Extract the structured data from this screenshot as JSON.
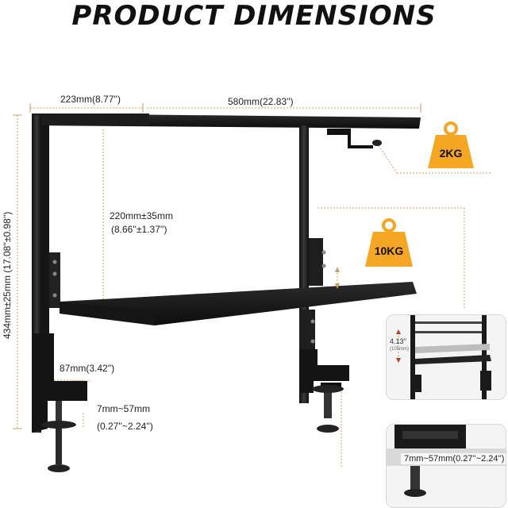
{
  "title": "PRODUCT DIMENSIONS",
  "dimensions": {
    "depth": "223mm(8.77'')",
    "width": "580mm(22.83'')",
    "height": "434mm±25mm (17.08''±0.98'')",
    "shelf_gap_mm": "220mm±35mm",
    "shelf_gap_in": "(8.66''±1.37'')",
    "clamp_depth": "87mm(3.42'')",
    "clamp_range_mm": "7mm~57mm",
    "clamp_range_in": "(0.27''~2.24'')"
  },
  "weights": {
    "top": "2KG",
    "bottom": "10KG"
  },
  "inset_adjust": {
    "value": "4.13''",
    "sub": "(105mm)"
  },
  "inset_clamp": {
    "label": "7mm~57mm(0.27''~2.24'')"
  },
  "colors": {
    "weight_fill": "#f5a623",
    "dim_line": "#c8a060",
    "frame": "#1a1a1a"
  }
}
